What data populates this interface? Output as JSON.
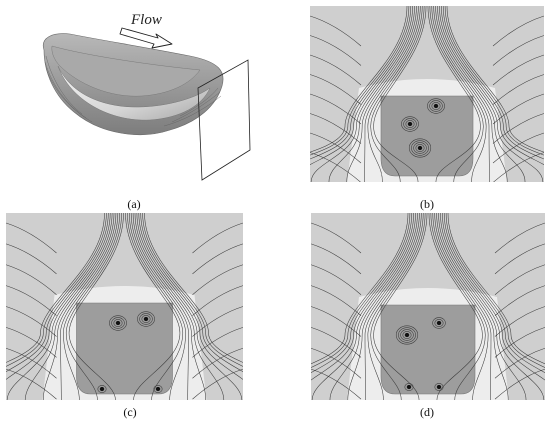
{
  "flow_label": "Flow",
  "captions": {
    "a": "(a)",
    "b": "(b)",
    "c": "(c)",
    "d": "(d)"
  },
  "colors": {
    "background_gray": "#cfcfcf",
    "highlight": "#f2f2f2",
    "streamline": "#3a3a3a",
    "hull_top": "#9a9a9a",
    "hull_side": "#c4c4c4"
  }
}
